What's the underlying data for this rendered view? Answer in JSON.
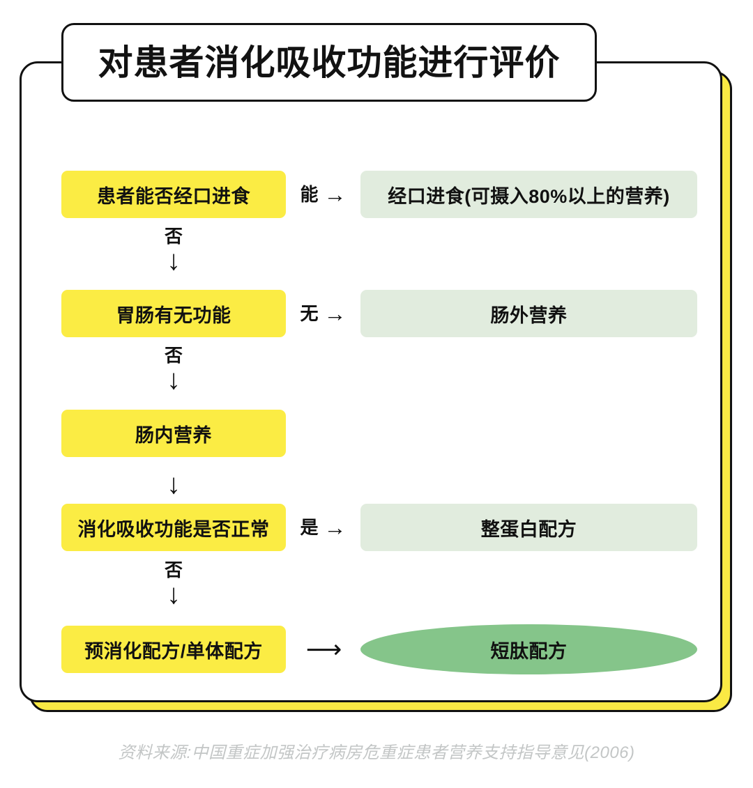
{
  "title": "对患者消化吸收功能进行评价",
  "colors": {
    "yellow": "#FBEC44",
    "light_green": "#E1ECDE",
    "ellipse_green": "#85C58A",
    "outline": "#111111",
    "footer_gray": "#C3C6C6"
  },
  "flow": {
    "rows": [
      {
        "question": "患者能否经口进食",
        "branch_label": "能",
        "branch_arrow": "→",
        "outcome": "经口进食(可摄入80%以上的营养)",
        "outcome_shape": "rounded-rect"
      },
      {
        "question": "胃肠有无功能",
        "branch_label": "无",
        "branch_arrow": "→",
        "outcome": "肠外营养",
        "outcome_shape": "rounded-rect"
      },
      {
        "question": "肠内营养",
        "branch_label": "",
        "branch_arrow": "",
        "outcome": "",
        "outcome_shape": "none"
      },
      {
        "question": "消化吸收功能是否正常",
        "branch_label": "是",
        "branch_arrow": "→",
        "outcome": "整蛋白配方",
        "outcome_shape": "rounded-rect"
      },
      {
        "question": "预消化配方/单体配方",
        "branch_label": "",
        "branch_arrow": "⟶",
        "outcome": "短肽配方",
        "outcome_shape": "ellipse"
      }
    ],
    "connectors": [
      {
        "label": "否",
        "arrow": "↓"
      },
      {
        "label": "否",
        "arrow": "↓"
      },
      {
        "label": "",
        "arrow": "↓"
      },
      {
        "label": "否",
        "arrow": "↓"
      }
    ]
  },
  "footer": "资料来源:中国重症加强治疗病房危重症患者营养支持指导意见(2006)"
}
